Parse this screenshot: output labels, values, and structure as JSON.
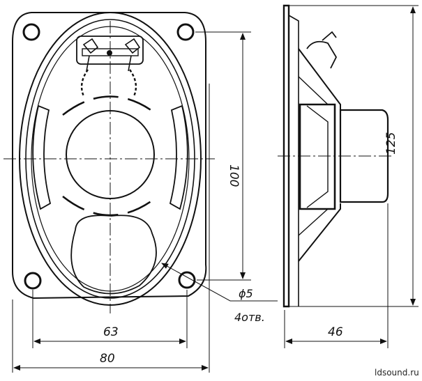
{
  "drawing": {
    "front_view": {
      "dim_horizontal_inner": "63",
      "dim_horizontal_outer": "80",
      "dim_vertical": "100",
      "hole_diameter": "ϕ5",
      "hole_count": "4отв."
    },
    "side_view": {
      "dim_depth": "46",
      "dim_height": "125"
    },
    "watermark": "ldsound.ru"
  },
  "colors": {
    "ink": "#111111",
    "paper": "#ffffff"
  }
}
